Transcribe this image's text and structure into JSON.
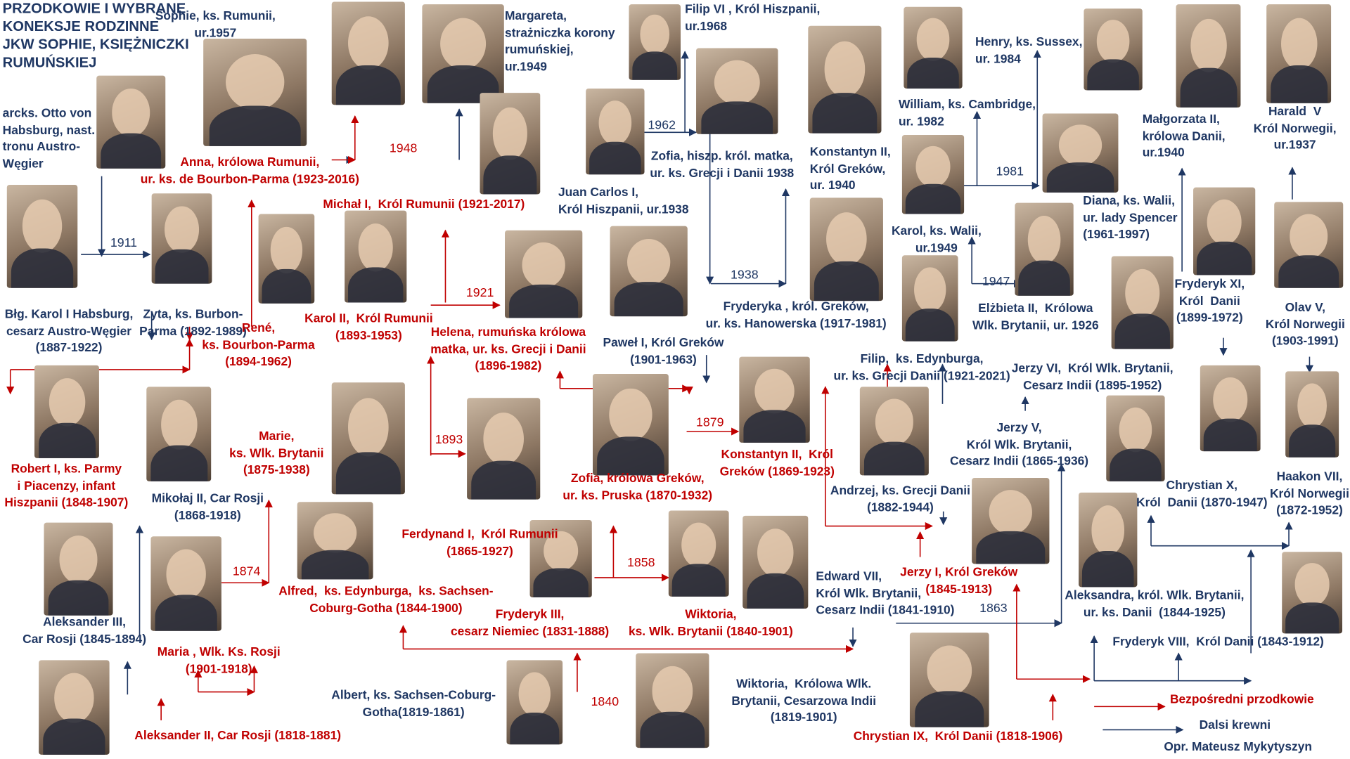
{
  "title": "PRZODKOWIE I WYBRANE\nKONEKSJE RODZINNE\nJKW SOPHIE, KSIĘŻNICZKI\nRUMUŃSKIEJ",
  "colors": {
    "direct": "#c00000",
    "other": "#1f3763"
  },
  "persons": [
    {
      "id": "sophie",
      "text": "Sophie, ks. Rumunii,\nur.1957",
      "color": "blue"
    },
    {
      "id": "margareta",
      "text": "Margareta,\nstrażniczka korony\nrumuńskiej,\nur.1949",
      "color": "blue"
    },
    {
      "id": "otto",
      "text": "arcks. Otto von\nHabsburg, nast.\ntronu Austro-\nWęgier",
      "color": "blue"
    },
    {
      "id": "anna",
      "text": "Anna, królowa Rumunii,\nur. ks. de Bourbon-Parma (1923-2016)",
      "color": "red"
    },
    {
      "id": "michal",
      "text": "Michał I,  Król Rumunii (1921-2017)",
      "color": "red"
    },
    {
      "id": "filip6",
      "text": "Filip VI , Król Hiszpanii,\nur.1968",
      "color": "blue"
    },
    {
      "id": "zofia_hisz",
      "text": "Zofia, hiszp. król. matka,\nur. ks. Grecji i Danii 1938",
      "color": "blue"
    },
    {
      "id": "juancarlos",
      "text": "Juan Carlos I,\nKról Hiszpanii, ur.1938",
      "color": "blue"
    },
    {
      "id": "konst2m",
      "text": "Konstantyn II,\nKról Greków,\nur. 1940",
      "color": "blue"
    },
    {
      "id": "william",
      "text": "William, ks. Cambridge,\nur. 1982",
      "color": "blue"
    },
    {
      "id": "henry",
      "text": "Henry, ks. Sussex,\nur. 1984",
      "color": "blue"
    },
    {
      "id": "malgorzata",
      "text": "Małgorzata II,\nkrólowa Danii,\nur.1940",
      "color": "blue"
    },
    {
      "id": "harald",
      "text": "Harald  V\nKról Norwegii,\nur.1937",
      "color": "blue"
    },
    {
      "id": "diana",
      "text": "Diana, ks. Walii,\nur. lady Spencer\n(1961-1997)",
      "color": "blue"
    },
    {
      "id": "karol_walii",
      "text": "Karol, ks. Walii,\nur.1949",
      "color": "blue"
    },
    {
      "id": "karol1",
      "text": "Błg. Karol I Habsburg,\ncesarz Austro-Węgier\n(1887-1922)",
      "color": "blue"
    },
    {
      "id": "zyta",
      "text": "Zyta, ks. Burbon-\nParma (1892-1989)",
      "color": "blue"
    },
    {
      "id": "rene",
      "text": "René,\nks. Bourbon-Parma\n(1894-1962)",
      "color": "red"
    },
    {
      "id": "karol2",
      "text": "Karol II,  Król Rumunii\n(1893-1953)",
      "color": "red"
    },
    {
      "id": "helena",
      "text": "Helena, rumuńska królowa\nmatka, ur. ks. Grecji i Danii\n(1896-1982)",
      "color": "red"
    },
    {
      "id": "pawel",
      "text": "Paweł I, Król Greków\n(1901-1963)",
      "color": "blue"
    },
    {
      "id": "fryderyka",
      "text": "Fryderyka , król. Greków,\nur. ks. Hanowerska (1917-1981)",
      "color": "blue"
    },
    {
      "id": "elzbieta",
      "text": "Elżbieta II,  Królowa\nWlk. Brytanii, ur. 1926",
      "color": "blue"
    },
    {
      "id": "fryderyk11",
      "text": "Fryderyk XI,\nKról  Danii\n(1899-1972)",
      "color": "blue"
    },
    {
      "id": "olav",
      "text": "Olav V,\nKról Norwegii\n(1903-1991)",
      "color": "blue"
    },
    {
      "id": "filip_edyn",
      "text": "Filip,  ks. Edynburga,\nur. ks. Grecji Danii (1921-2021)",
      "color": "blue"
    },
    {
      "id": "jerzy6",
      "text": "Jerzy VI,  Król Wlk. Brytanii,\nCesarz Indii (1895-1952)",
      "color": "blue"
    },
    {
      "id": "robert",
      "text": "Robert I, ks. Parmy\ni Piacenzy, infant\nHiszpanii (1848-1907)",
      "color": "red"
    },
    {
      "id": "mikolaj",
      "text": "Mikołaj II, Car Rosji\n(1868-1918)",
      "color": "blue"
    },
    {
      "id": "marie",
      "text": "Marie,\nks. Wlk. Brytanii\n(1875-1938)",
      "color": "red"
    },
    {
      "id": "zofia_grek",
      "text": "Zofia, królowa Greków,\nur. ks. Pruska (1870-1932)",
      "color": "red"
    },
    {
      "id": "konst2s",
      "text": "Konstantyn II,  Król\nGreków (1869-1923)",
      "color": "red"
    },
    {
      "id": "andrzej",
      "text": "Andrzej, ks. Grecji Danii\n(1882-1944)",
      "color": "blue"
    },
    {
      "id": "jerzy5",
      "text": "Jerzy V,\nKról Wlk. Brytanii,\nCesarz Indii (1865-1936)",
      "color": "blue"
    },
    {
      "id": "chrystian10",
      "text": "Chrystian X,\nKról  Danii (1870-1947)",
      "color": "blue"
    },
    {
      "id": "haakon",
      "text": "Haakon VII,\nKról Norwegii\n(1872-1952)",
      "color": "blue"
    },
    {
      "id": "ferdynand",
      "text": "Ferdynand I,  Król Rumunii\n(1865-1927)",
      "color": "red"
    },
    {
      "id": "alfred",
      "text": "Alfred,  ks. Edynburga,  ks. Sachsen-\nCoburg-Gotha (1844-1900)",
      "color": "red"
    },
    {
      "id": "fryderyk3",
      "text": "Fryderyk III,\ncesarz Niemiec (1831-1888)",
      "color": "red"
    },
    {
      "id": "wiktoria_c",
      "text": "Wiktoria,\nks. Wlk. Brytanii (1840-1901)",
      "color": "red"
    },
    {
      "id": "edward7",
      "text": "Edward VII,\nKról Wlk. Brytanii,\nCesarz Indii (1841-1910)",
      "color": "blue"
    },
    {
      "id": "jerzy1",
      "text": "Jerzy I, Król Greków\n(1845-1913)",
      "color": "red"
    },
    {
      "id": "aleksandra",
      "text": "Aleksandra, król. Wlk. Brytanii,\nur. ks. Danii  (1844-1925)",
      "color": "blue"
    },
    {
      "id": "fryderyk8",
      "text": "Fryderyk VIII,  Król Danii (1843-1912)",
      "color": "blue"
    },
    {
      "id": "aleksander3",
      "text": "Aleksander III,\nCar Rosji (1845-1894)",
      "color": "blue"
    },
    {
      "id": "maria",
      "text": "Maria , Wlk. Ks. Rosji\n(1901-1918)",
      "color": "red"
    },
    {
      "id": "albert",
      "text": "Albert, ks. Sachsen-Coburg-\nGotha(1819-1861)",
      "color": "blue"
    },
    {
      "id": "wiktoria_k",
      "text": "Wiktoria,  Królowa Wlk.\nBrytanii, Cesarzowa Indii\n(1819-1901)",
      "color": "blue"
    },
    {
      "id": "aleksander2",
      "text": "Aleksander II, Car Rosji (1818-1881)",
      "color": "red"
    },
    {
      "id": "chrystian9",
      "text": "Chrystian IX,  Król Danii (1818-1906)",
      "color": "red"
    }
  ],
  "years": [
    {
      "id": "y1948",
      "text": "1948",
      "color": "red"
    },
    {
      "id": "y1911",
      "text": "1911",
      "color": "blue"
    },
    {
      "id": "y1962",
      "text": "1962",
      "color": "blue"
    },
    {
      "id": "y1981",
      "text": "1981",
      "color": "blue"
    },
    {
      "id": "y1921",
      "text": "1921",
      "color": "red"
    },
    {
      "id": "y1938",
      "text": "1938",
      "color": "blue"
    },
    {
      "id": "y1947",
      "text": "1947",
      "color": "blue"
    },
    {
      "id": "y1893",
      "text": "1893",
      "color": "red"
    },
    {
      "id": "y1879",
      "text": "1879",
      "color": "red"
    },
    {
      "id": "y1874",
      "text": "1874",
      "color": "red"
    },
    {
      "id": "y1858",
      "text": "1858",
      "color": "red"
    },
    {
      "id": "y1863",
      "text": "1863",
      "color": "blue"
    },
    {
      "id": "y1840",
      "text": "1840",
      "color": "red"
    }
  ],
  "legend": {
    "direct": "Bezpośredni przodkowie",
    "other": "Dalsi krewni",
    "author": "Opr. Mateusz Mykytyszyn"
  }
}
